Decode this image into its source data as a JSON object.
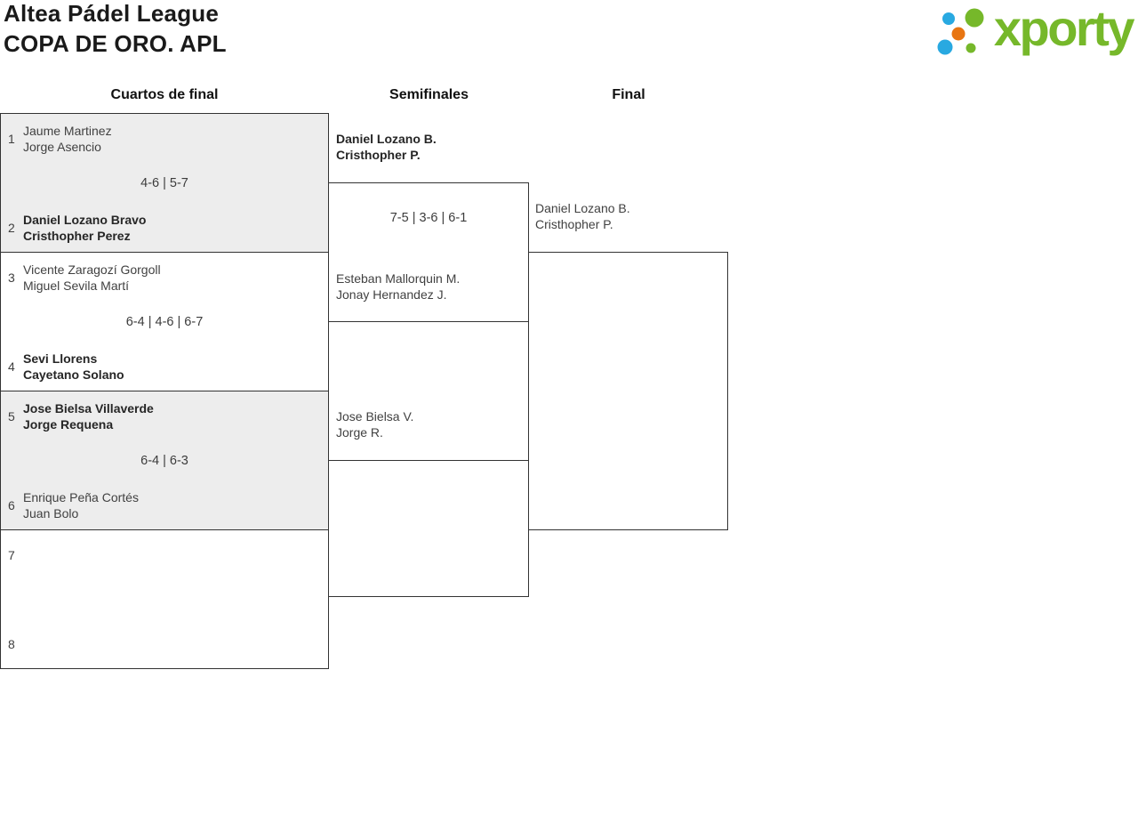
{
  "page": {
    "title_line1": "Altea Pádel League",
    "title_line2": "COPA DE ORO. APL"
  },
  "logo": {
    "text": "xporty",
    "colors": {
      "green": "#76b82a",
      "blue": "#29a9e1",
      "orange": "#e87511"
    }
  },
  "colors": {
    "box_border": "#333333",
    "box_gray": "#ededed",
    "text_regular": "#414141",
    "text_winner": "#262626"
  },
  "rounds": [
    {
      "label": "Cuartos de final"
    },
    {
      "label": "Semifinales"
    },
    {
      "label": "Final"
    }
  ],
  "quarterfinals": [
    {
      "top": {
        "seed": "1",
        "players": [
          "Jaume Martinez",
          "Jorge Asencio"
        ],
        "winner": false
      },
      "score": "4-6 | 5-7",
      "bottom": {
        "seed": "2",
        "players": [
          "Daniel Lozano Bravo",
          "Cristhopher Perez"
        ],
        "winner": true
      }
    },
    {
      "top": {
        "seed": "3",
        "players": [
          "Vicente Zaragozí Gorgoll",
          "Miguel Sevila Martí"
        ],
        "winner": false
      },
      "score": "6-4 | 4-6 | 6-7",
      "bottom": {
        "seed": "4",
        "players": [
          "Sevi Llorens",
          "Cayetano Solano"
        ],
        "winner": true
      }
    },
    {
      "top": {
        "seed": "5",
        "players": [
          "Jose Bielsa Villaverde",
          "Jorge Requena"
        ],
        "winner": true
      },
      "score": "6-4 | 6-3",
      "bottom": {
        "seed": "6",
        "players": [
          "Enrique Peña Cortés",
          "Juan Bolo"
        ],
        "winner": false
      }
    },
    {
      "top": {
        "seed": "7",
        "players": [
          "",
          ""
        ],
        "winner": false
      },
      "score": "",
      "bottom": {
        "seed": "8",
        "players": [
          "",
          ""
        ],
        "winner": false
      }
    }
  ],
  "semifinals": [
    {
      "top": {
        "players": [
          "Daniel Lozano B.",
          "Cristhopher P."
        ],
        "winner": true
      },
      "score": "7-5 | 3-6 | 6-1",
      "bottom": {
        "players": [
          "Esteban Mallorquin M.",
          "Jonay Hernandez J."
        ],
        "winner": false
      }
    },
    {
      "top": {
        "players": [
          "Jose Bielsa V.",
          "Jorge R."
        ],
        "winner": false
      },
      "score": ""
    }
  ],
  "final": {
    "top": {
      "players": [
        "Daniel Lozano B.",
        "Cristhopher P."
      ],
      "winner": false
    }
  }
}
